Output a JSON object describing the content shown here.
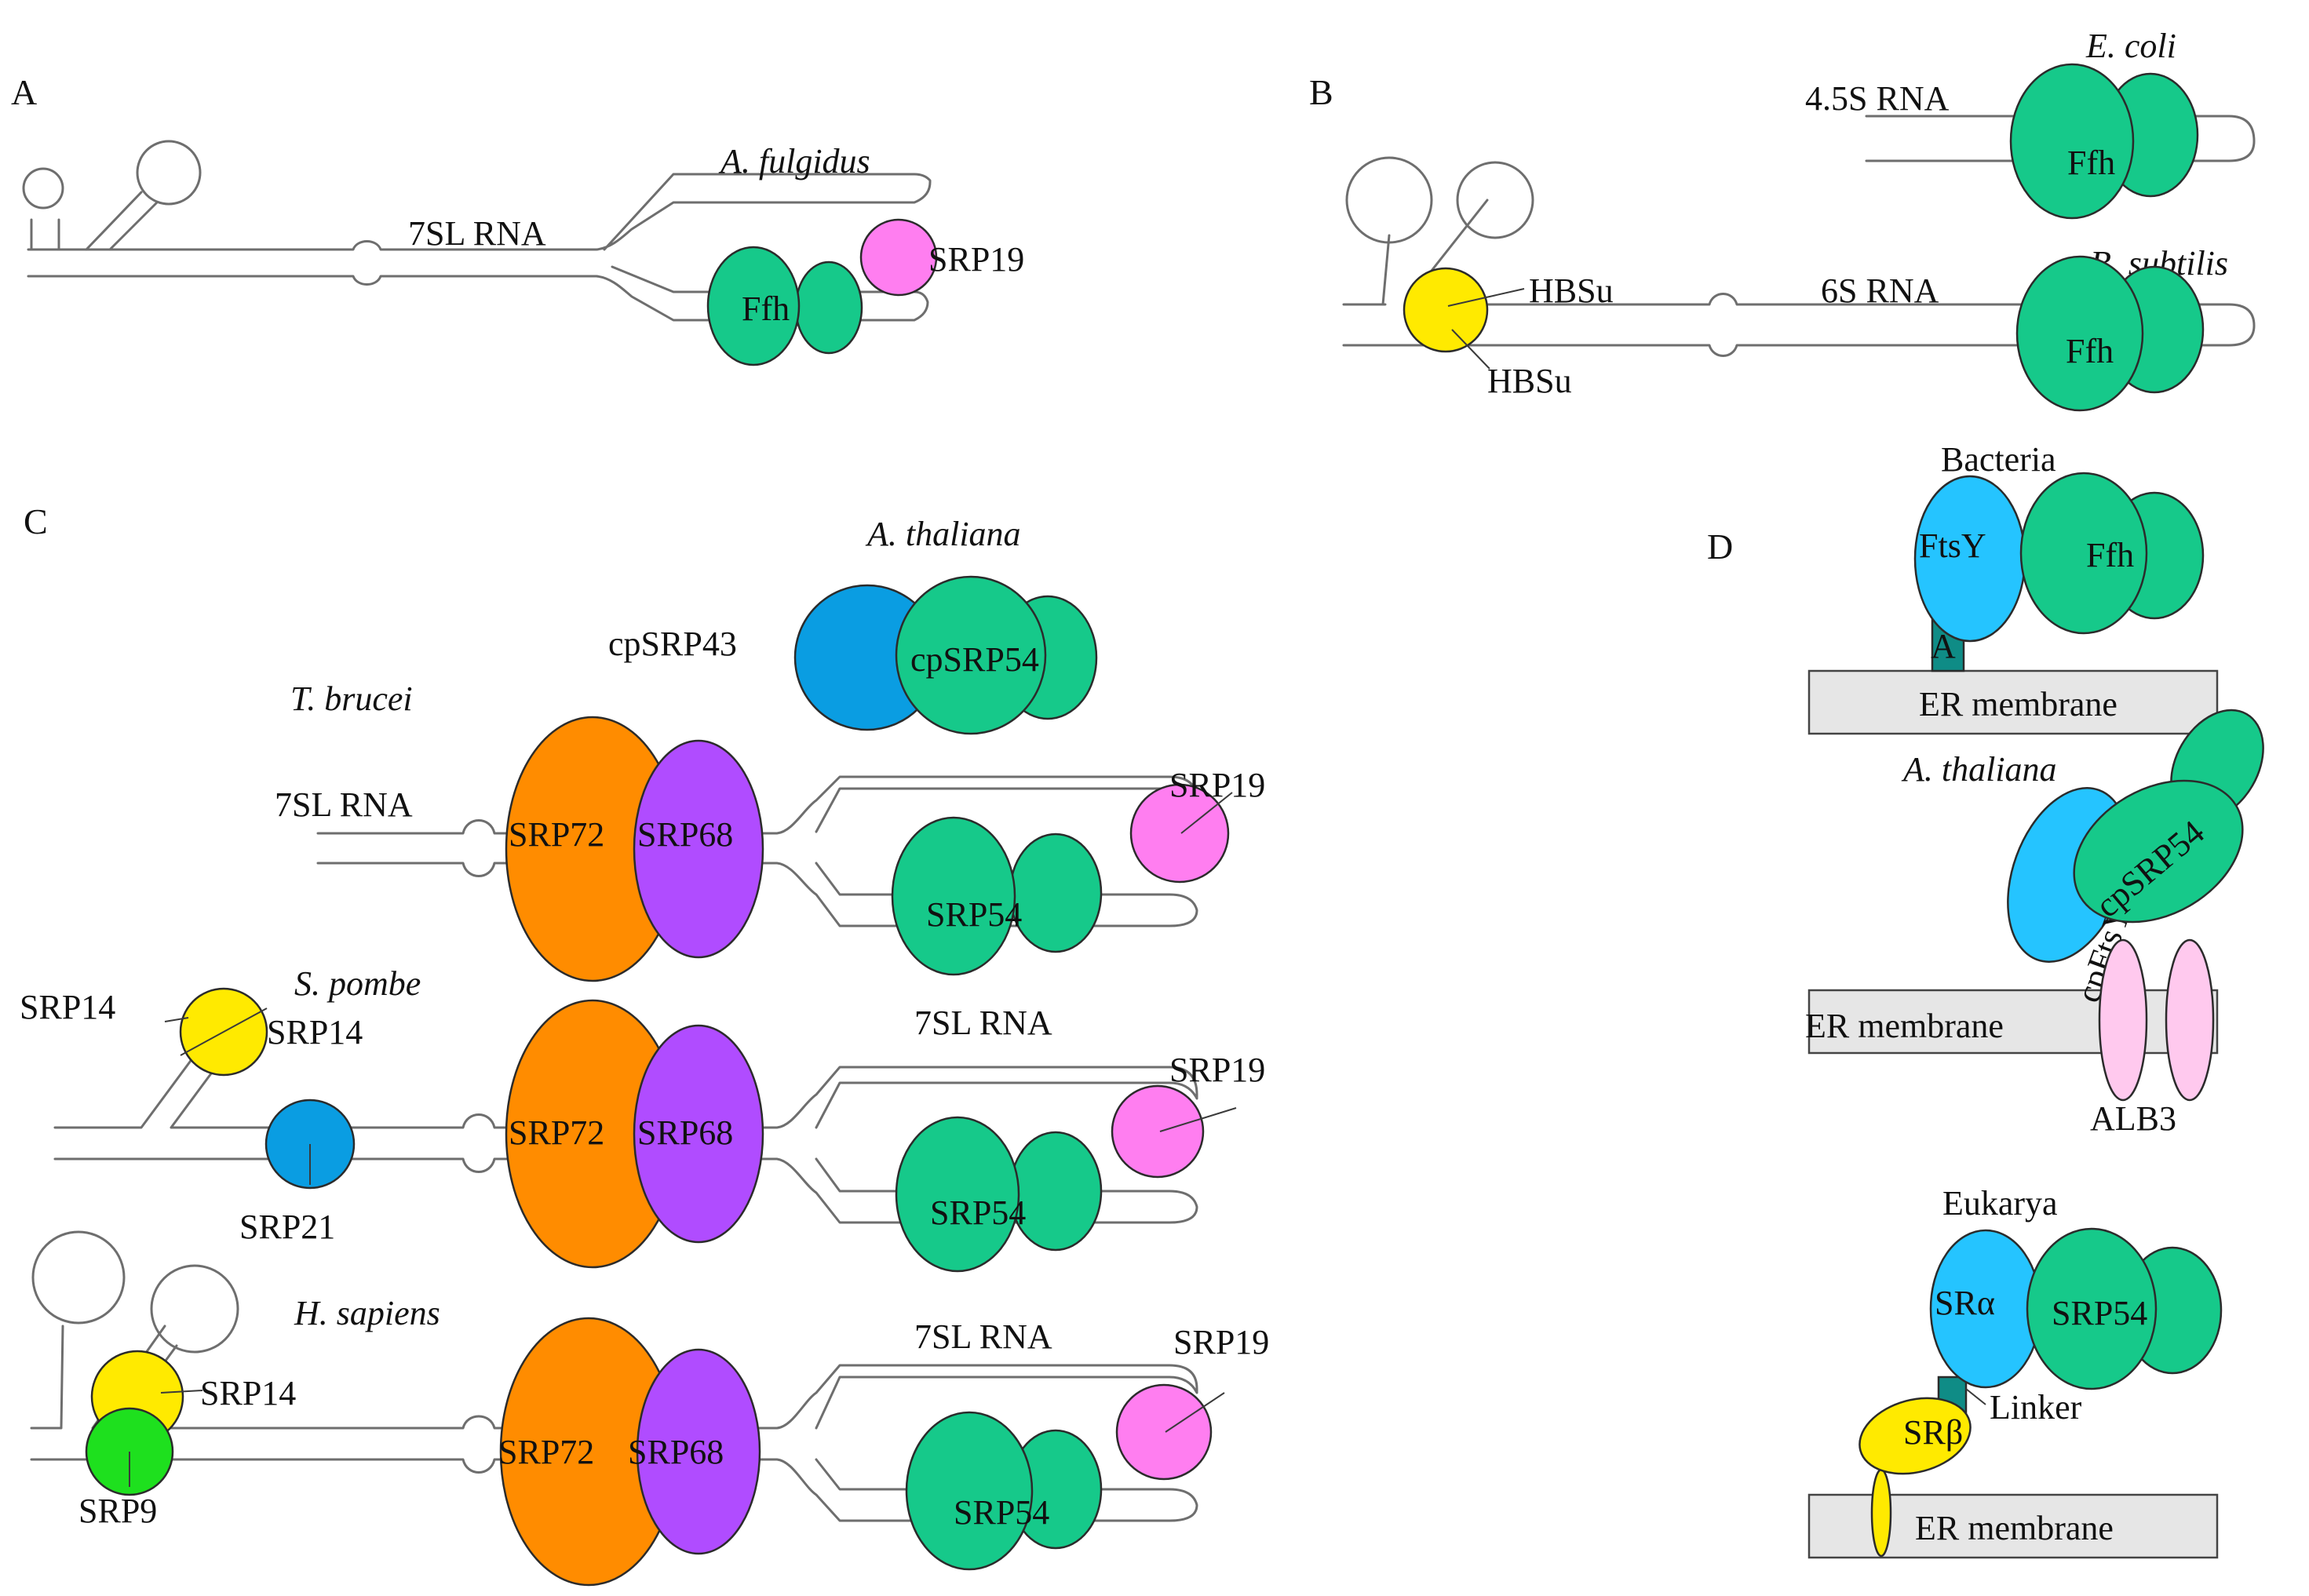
{
  "panels": {
    "A": {
      "letter": "A",
      "species": "A. fulgidus",
      "rna": "7SL RNA",
      "ffh": "Ffh",
      "srp19": "SRP19"
    },
    "B": {
      "letter": "B",
      "species_top": "E. coli",
      "rna_top": "4.5S RNA",
      "ffh_top": "Ffh",
      "species_bottom": "B. subtilis",
      "rna_bottom": "6S RNA",
      "ffh_bottom": "Ffh",
      "hbsu_1": "HBSu",
      "hbsu_2": "HBSu"
    },
    "C": {
      "letter": "C",
      "thaliana": {
        "species": "A. thaliana",
        "cpsrp43": "cpSRP43",
        "cpsrp54": "cpSRP54"
      },
      "brucei": {
        "species": "T. brucei",
        "rna": "7SL RNA",
        "srp72": "SRP72",
        "srp68": "SRP68",
        "srp19": "SRP19",
        "srp54": "SRP54"
      },
      "pombe": {
        "species": "S. pombe",
        "srp14_a": "SRP14",
        "srp14_b": "SRP14",
        "srp21": "SRP21",
        "rna": "7SL RNA",
        "srp72": "SRP72",
        "srp68": "SRP68",
        "srp19": "SRP19",
        "srp54": "SRP54"
      },
      "sapiens": {
        "species": "H. sapiens",
        "srp14": "SRP14",
        "srp9": "SRP9",
        "rna": "7SL RNA",
        "srp72": "SRP72",
        "srp68": "SRP68",
        "srp19": "SRP19",
        "srp54": "SRP54"
      }
    },
    "D": {
      "letter": "D",
      "bacteria": {
        "title": "Bacteria",
        "ftsy": "FtsY",
        "ffh": "Ffh",
        "anchor": "A",
        "membrane": "ER membrane"
      },
      "thaliana": {
        "title": "A. thaliana",
        "cpftsy": "cpFtsY",
        "cpsrp54": "cpSRP54",
        "membrane": "ER membrane",
        "alb3": "ALB3"
      },
      "eukarya": {
        "title": "Eukarya",
        "sra": "SRα",
        "srp54": "SRP54",
        "linker": "Linker",
        "srb": "SRβ",
        "membrane": "ER membrane"
      }
    }
  },
  "colors": {
    "ffh_green": "#16c98a",
    "srp19_pink": "#ff7ef0",
    "hbsu_yellow": "#ffea00",
    "srp72_orange": "#ff8c00",
    "srp68_purple": "#b04cff",
    "cpsrp43_blue": "#0a9de2",
    "ftsy_blue": "#25c4ff",
    "srp9_green": "#1ee01e",
    "alb3_pink": "#ffc9ee",
    "membrane_gray": "#e6e6e6",
    "anchor_teal": "#0f8c86",
    "rna_line": "#6e6e6e"
  }
}
